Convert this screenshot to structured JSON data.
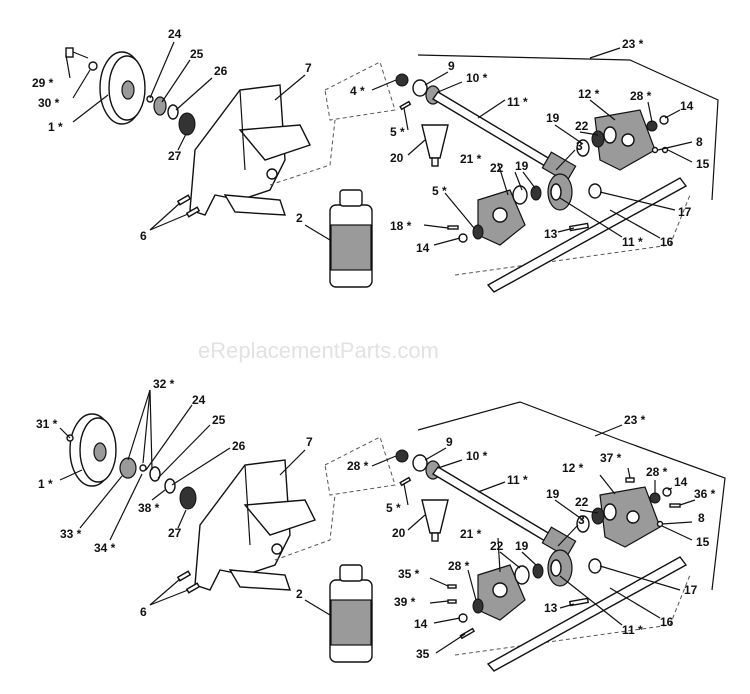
{
  "watermark": "eReplacementParts.com",
  "top": {
    "labels": [
      "29 *",
      "30 *",
      "1 *",
      "24",
      "25",
      "26",
      "27",
      "7",
      "6",
      "2",
      "4 *",
      "9",
      "10 *",
      "5 *",
      "11 *",
      "20",
      "23 *",
      "12 *",
      "28 *",
      "14",
      "8",
      "15",
      "19",
      "22",
      "3",
      "21 *",
      "19",
      "22",
      "5 *",
      "18 *",
      "14",
      "13",
      "11 *",
      "16",
      "17"
    ]
  },
  "bottom": {
    "labels": [
      "31 *",
      "32 *",
      "24",
      "25",
      "26",
      "1 *",
      "33 *",
      "34 *",
      "38 *",
      "27",
      "7",
      "6",
      "2",
      "28 *",
      "9",
      "10 *",
      "5 *",
      "11 *",
      "20",
      "23 *",
      "12 *",
      "37 *",
      "28 *",
      "14",
      "36 *",
      "8",
      "15",
      "19",
      "22",
      "3",
      "21 *",
      "22",
      "19",
      "28 *",
      "35 *",
      "39 *",
      "14",
      "35",
      "13",
      "11 *",
      "16",
      "17"
    ]
  }
}
